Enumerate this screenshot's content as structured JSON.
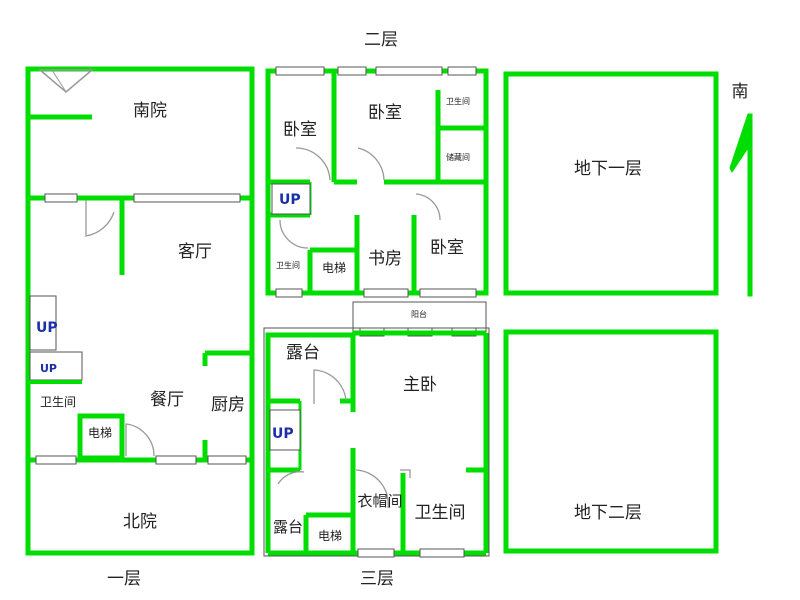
{
  "colors": {
    "wall": "#00dd00",
    "window_frame": "#555555",
    "door": "#999999",
    "text": "#222222",
    "stair_text": "#1a2fa8"
  },
  "floors": {
    "f1": {
      "title": "一层",
      "rooms": {
        "south_yard": "南院",
        "living_room": "客厅",
        "dining_room": "餐厅",
        "kitchen": "厨房",
        "bathroom": "卫生间",
        "elevator": "电梯",
        "north_yard": "北院"
      },
      "stairs": {
        "up": "UP",
        "down": "UP"
      }
    },
    "f2": {
      "title": "二层",
      "rooms": {
        "bedroom_left": "卧室",
        "bedroom_top": "卧室",
        "bathroom_small": "卫生间",
        "storage": "储藏间",
        "bathroom_left": "卫生间",
        "elevator": "电梯",
        "study": "书房",
        "bedroom_right": "卧室"
      },
      "stairs": {
        "up": "UP"
      }
    },
    "f3": {
      "title": "三层",
      "rooms": {
        "balcony": "阳台",
        "terrace_top": "露台",
        "master_bedroom": "主卧",
        "terrace_bottom": "露台",
        "elevator": "电梯",
        "cloakroom": "衣帽间",
        "bathroom": "卫生间"
      },
      "stairs": {
        "up": "UP"
      }
    },
    "b1": {
      "title": "地下一层"
    },
    "b2": {
      "title": "地下二层"
    }
  },
  "compass": {
    "label": "南"
  }
}
